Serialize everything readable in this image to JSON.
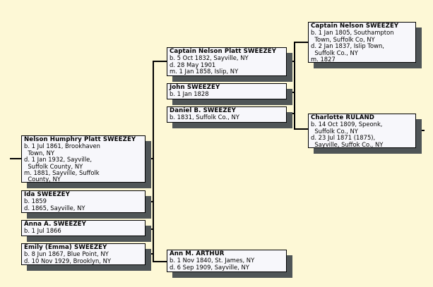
{
  "colors": {
    "background": "#fdf8d6",
    "box_fill": "#f7f7fb",
    "box_border": "#000000",
    "shadow": "#4f5557",
    "connector": "#000000"
  },
  "tree": {
    "root": {
      "name": "Nelson Humphry Platt SWEEZEY",
      "facts": [
        "b. 1 Jul 1861, Brookhaven",
        "  Town, NY",
        "d. 1 Jan 1932, Sayville,",
        "  Suffolk County, NY",
        "m. 1881, Sayville, Suffolk",
        "  County, NY"
      ]
    },
    "siblings": [
      {
        "name": "Ida SWEEZEY",
        "facts": [
          "b. 1859",
          "d. 1865, Sayville, NY"
        ]
      },
      {
        "name": "Anna A. SWEEZEY",
        "facts": [
          "b. 1 Jul 1866"
        ]
      },
      {
        "name": "Emily (Emma) SWEEZEY",
        "facts": [
          "b. 8 Jun 1867, Blue Point, NY",
          "d. 10 Nov 1929, Brooklyn, NY"
        ]
      }
    ],
    "father": {
      "name": "Captain Nelson Platt SWEEZEY",
      "facts": [
        "b. 5 Oct 1832, Sayville, NY",
        "d. 28 May 1901",
        "m. 1 Jan 1858, Islip, NY"
      ]
    },
    "father_siblings": [
      {
        "name": "John SWEEZEY",
        "facts": [
          "b. 1 Jan 1828"
        ]
      },
      {
        "name": "Daniel B. SWEEZEY",
        "facts": [
          "b. 1831, Suffolk Co., NY"
        ]
      }
    ],
    "mother": {
      "name": "Ann M. ARTHUR",
      "facts": [
        "b. 1 Nov 1840, St. James, NY",
        "d. 6 Sep 1909, Sayville, NY"
      ]
    },
    "paternal_grandfather": {
      "name": "Captain Nelson SWEEZEY",
      "facts": [
        "b. 1 Jan 1805, Southampton",
        "  Town, Suffolk Co, NY",
        "d. 2 Jan 1837, Islip Town,",
        "  Suffolk Co., NY",
        "m. 1827"
      ]
    },
    "paternal_grandmother": {
      "name": "Charlotte RULAND",
      "facts": [
        "b. 14 Oct 1809, Speonk,",
        "  Suffolk Co., NY",
        "d. 23 Jul 1871 (1875),",
        "  Sayville, Suffok Co., NY"
      ]
    }
  }
}
